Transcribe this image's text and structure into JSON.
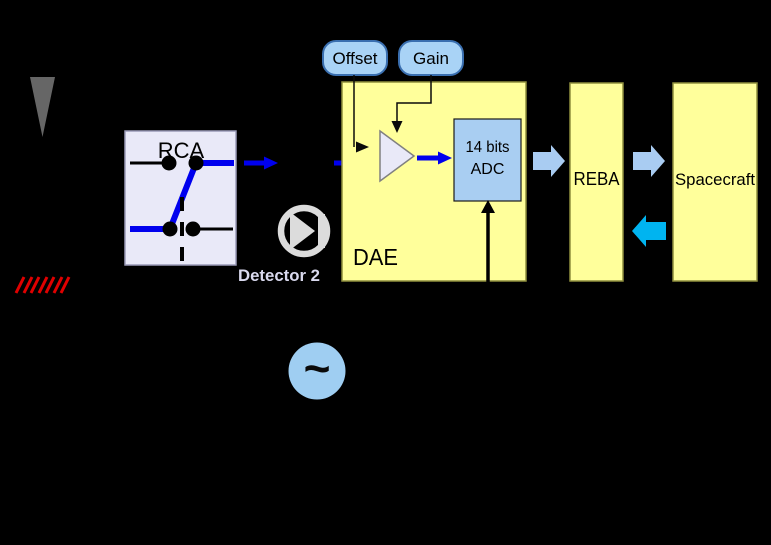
{
  "diagram": {
    "rca": {
      "label": "RCA"
    },
    "detector": {
      "label": "Detector 2"
    },
    "dae": {
      "label": "DAE",
      "offset_label": "Offset",
      "gain_label": "Gain",
      "adc_line1": "14 bits",
      "adc_line2": "ADC"
    },
    "reba": {
      "label": "REBA"
    },
    "spacecraft": {
      "label": "Spacecraft"
    },
    "sine_generator": {
      "symbol": "~"
    }
  },
  "colors": {
    "background": "#000000",
    "block_fill_yellow": "#ffff9b",
    "block_border_olive": "#8f8f3e",
    "rca_fill": "#e9e9f8",
    "rca_border": "#9a9ab8",
    "amplifier_fill": "#e9e9f8",
    "button_fill": "#a9d3f6",
    "button_border": "#3a6fb0",
    "adc_fill": "#a9cef2",
    "signal_blue": "#0000ee",
    "block_arrow_blue": "#a9ccf2",
    "telemetry_cyan": "#00b4f0",
    "cone_gray": "#666666",
    "detector_gray": "#dcdcdc",
    "detector_label": "#d9d9ee",
    "hatch_red": "#e00000",
    "sine_fill": "#9fcef2"
  }
}
